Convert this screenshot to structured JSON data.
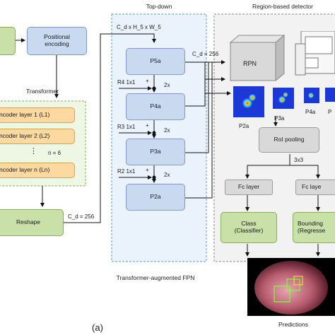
{
  "sections": {
    "topdown_title": "Top-down",
    "region_title": "Region-based detector",
    "transformer_title": "Transformer",
    "fpn_caption": "Transformer-augmented FPN",
    "figure_label": "(a)"
  },
  "transformer": {
    "positional_encoding": "Positional\nencoding",
    "layers": [
      "ncoder layer 1 (L1)",
      "ncoder layer 2 (L2)",
      "ncoder layer n (Ln)"
    ],
    "ellipsis": "⋮",
    "n_label": "n = 6",
    "reshape": "Reshape",
    "cd_label": "C_d = 256"
  },
  "fpn": {
    "input_label": "C_d x H_5 x W_5",
    "levels": [
      "P5a",
      "P4a",
      "P3a",
      "P2a"
    ],
    "laterals": [
      "R4 1x1",
      "R3 1x1",
      "R2 1x1"
    ],
    "plus": "+",
    "upsample": "2x",
    "cd_out": "C_d = 256"
  },
  "detector": {
    "rpn": "RPN",
    "maps": [
      "P2a",
      "P3a",
      "P4a",
      "P"
    ],
    "roi_pooling": "RoI pooling",
    "roi_size": "3x3",
    "fc_left": "Fc layer",
    "fc_right": "Fc laye",
    "class_head": "Class\n(Classifier)",
    "bbox_head": "Bounding\n(Regresse",
    "predictions": "Predictions"
  }
}
